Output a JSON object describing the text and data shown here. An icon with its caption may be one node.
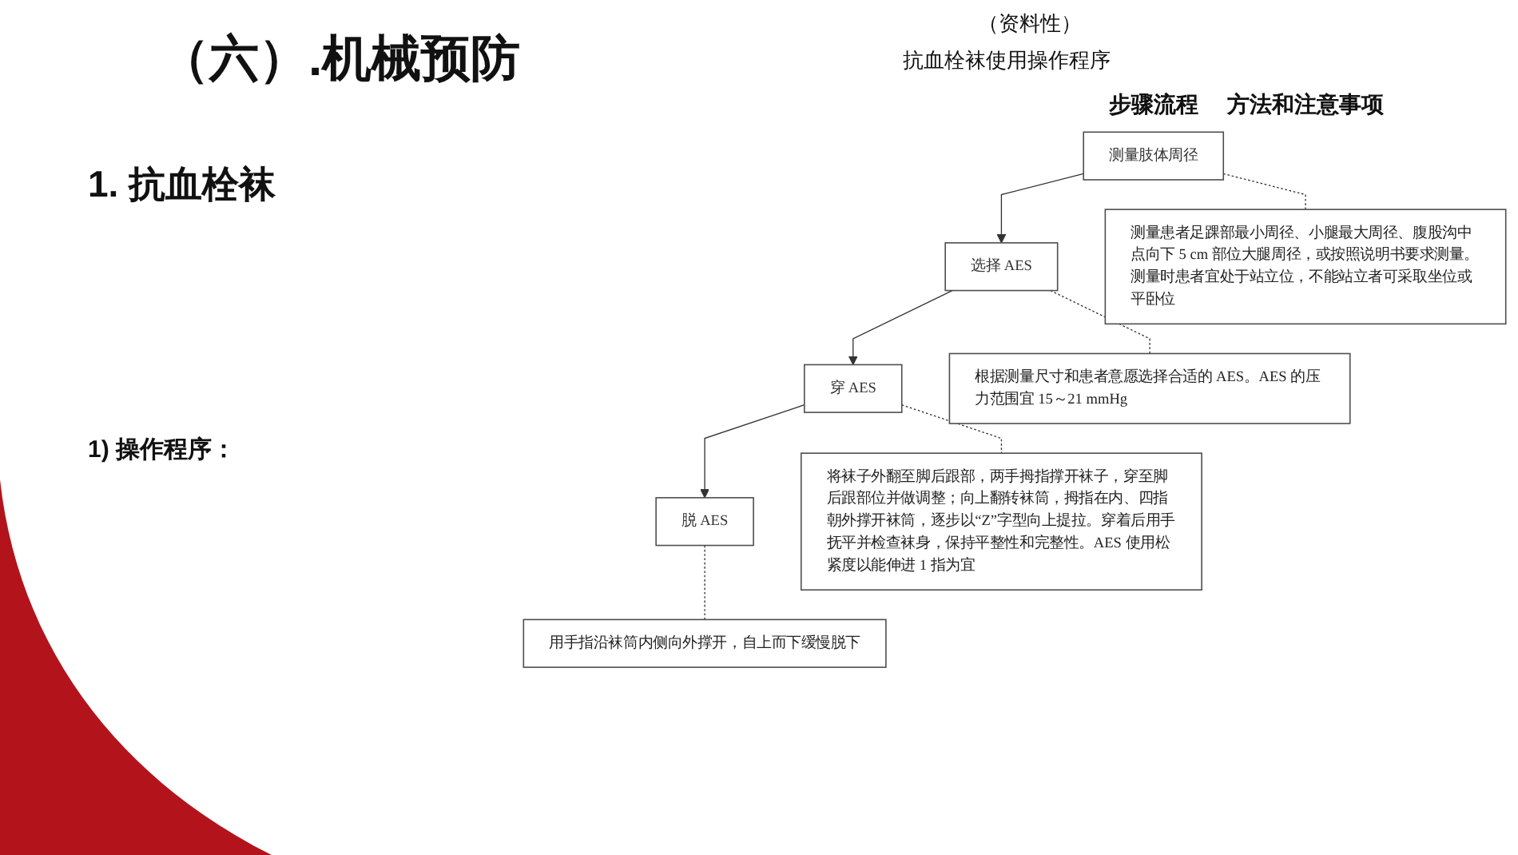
{
  "diagram": {
    "title": "（六）.机械预防",
    "nodes": [
      {
        "text": [
          "测量肢体周径"
        ]
      },
      {
        "text": [
          "测量患者足踝部最小周径、小腿最大周径、腹股沟中点向下 5 cm 部位大腿周径，或按照说明书要求测量。测量时患者宜处于站立位，不能站立者可采取坐位或平卧位"
        ]
      },
      {
        "text": [
          "选择 AES"
        ]
      },
      {
        "text": [
          "根据测量尺寸和患者意愿选择合适的 AES。AES 的压力范围宜 15～21 mmHg"
        ]
      },
      {
        "text": [
          "穿 AES"
        ]
      },
      {
        "text": [
          "将袜子外翻至脚后跟部，两手拇指撑开袜子，穿至脚后跟部位并做调整；向上翻转袜筒，拇指在内、四指朝外撑开袜筒，逐步以“Z”字型向上提拉。穿着后用手抚平并检查袜身，保持平整性和完整性。AES 使用松紧度以能伸进 1 指为宜"
        ]
      },
      {
        "text": [
          "脱 AES"
        ]
      },
      {
        "text": [
          "用手指沿袜筒内侧向外撑开，自上而下缓慢脱下"
        ]
      }
    ],
    "edges": [
      {
        "from": 0,
        "to": 2,
        "arrow": "to"
      },
      {
        "from": 2,
        "to": 4,
        "arrow": "to"
      },
      {
        "from": 4,
        "to": 6,
        "arrow": "to"
      },
      {
        "from": 0,
        "to": 1,
        "arrow": "none",
        "style": "dashed"
      },
      {
        "from": 2,
        "to": 3,
        "arrow": "none",
        "style": "dashed"
      },
      {
        "from": 4,
        "to": 5,
        "arrow": "none",
        "style": "dashed"
      },
      {
        "from": 6,
        "to": 7,
        "arrow": "none",
        "style": "dashed"
      }
    ],
    "labels": [
      "（资料性）",
      "抗血栓袜使用操作程序",
      "步骤流程",
      "方法和注意事项",
      "1. 抗血栓袜",
      "1) 操作程序："
    ]
  }
}
